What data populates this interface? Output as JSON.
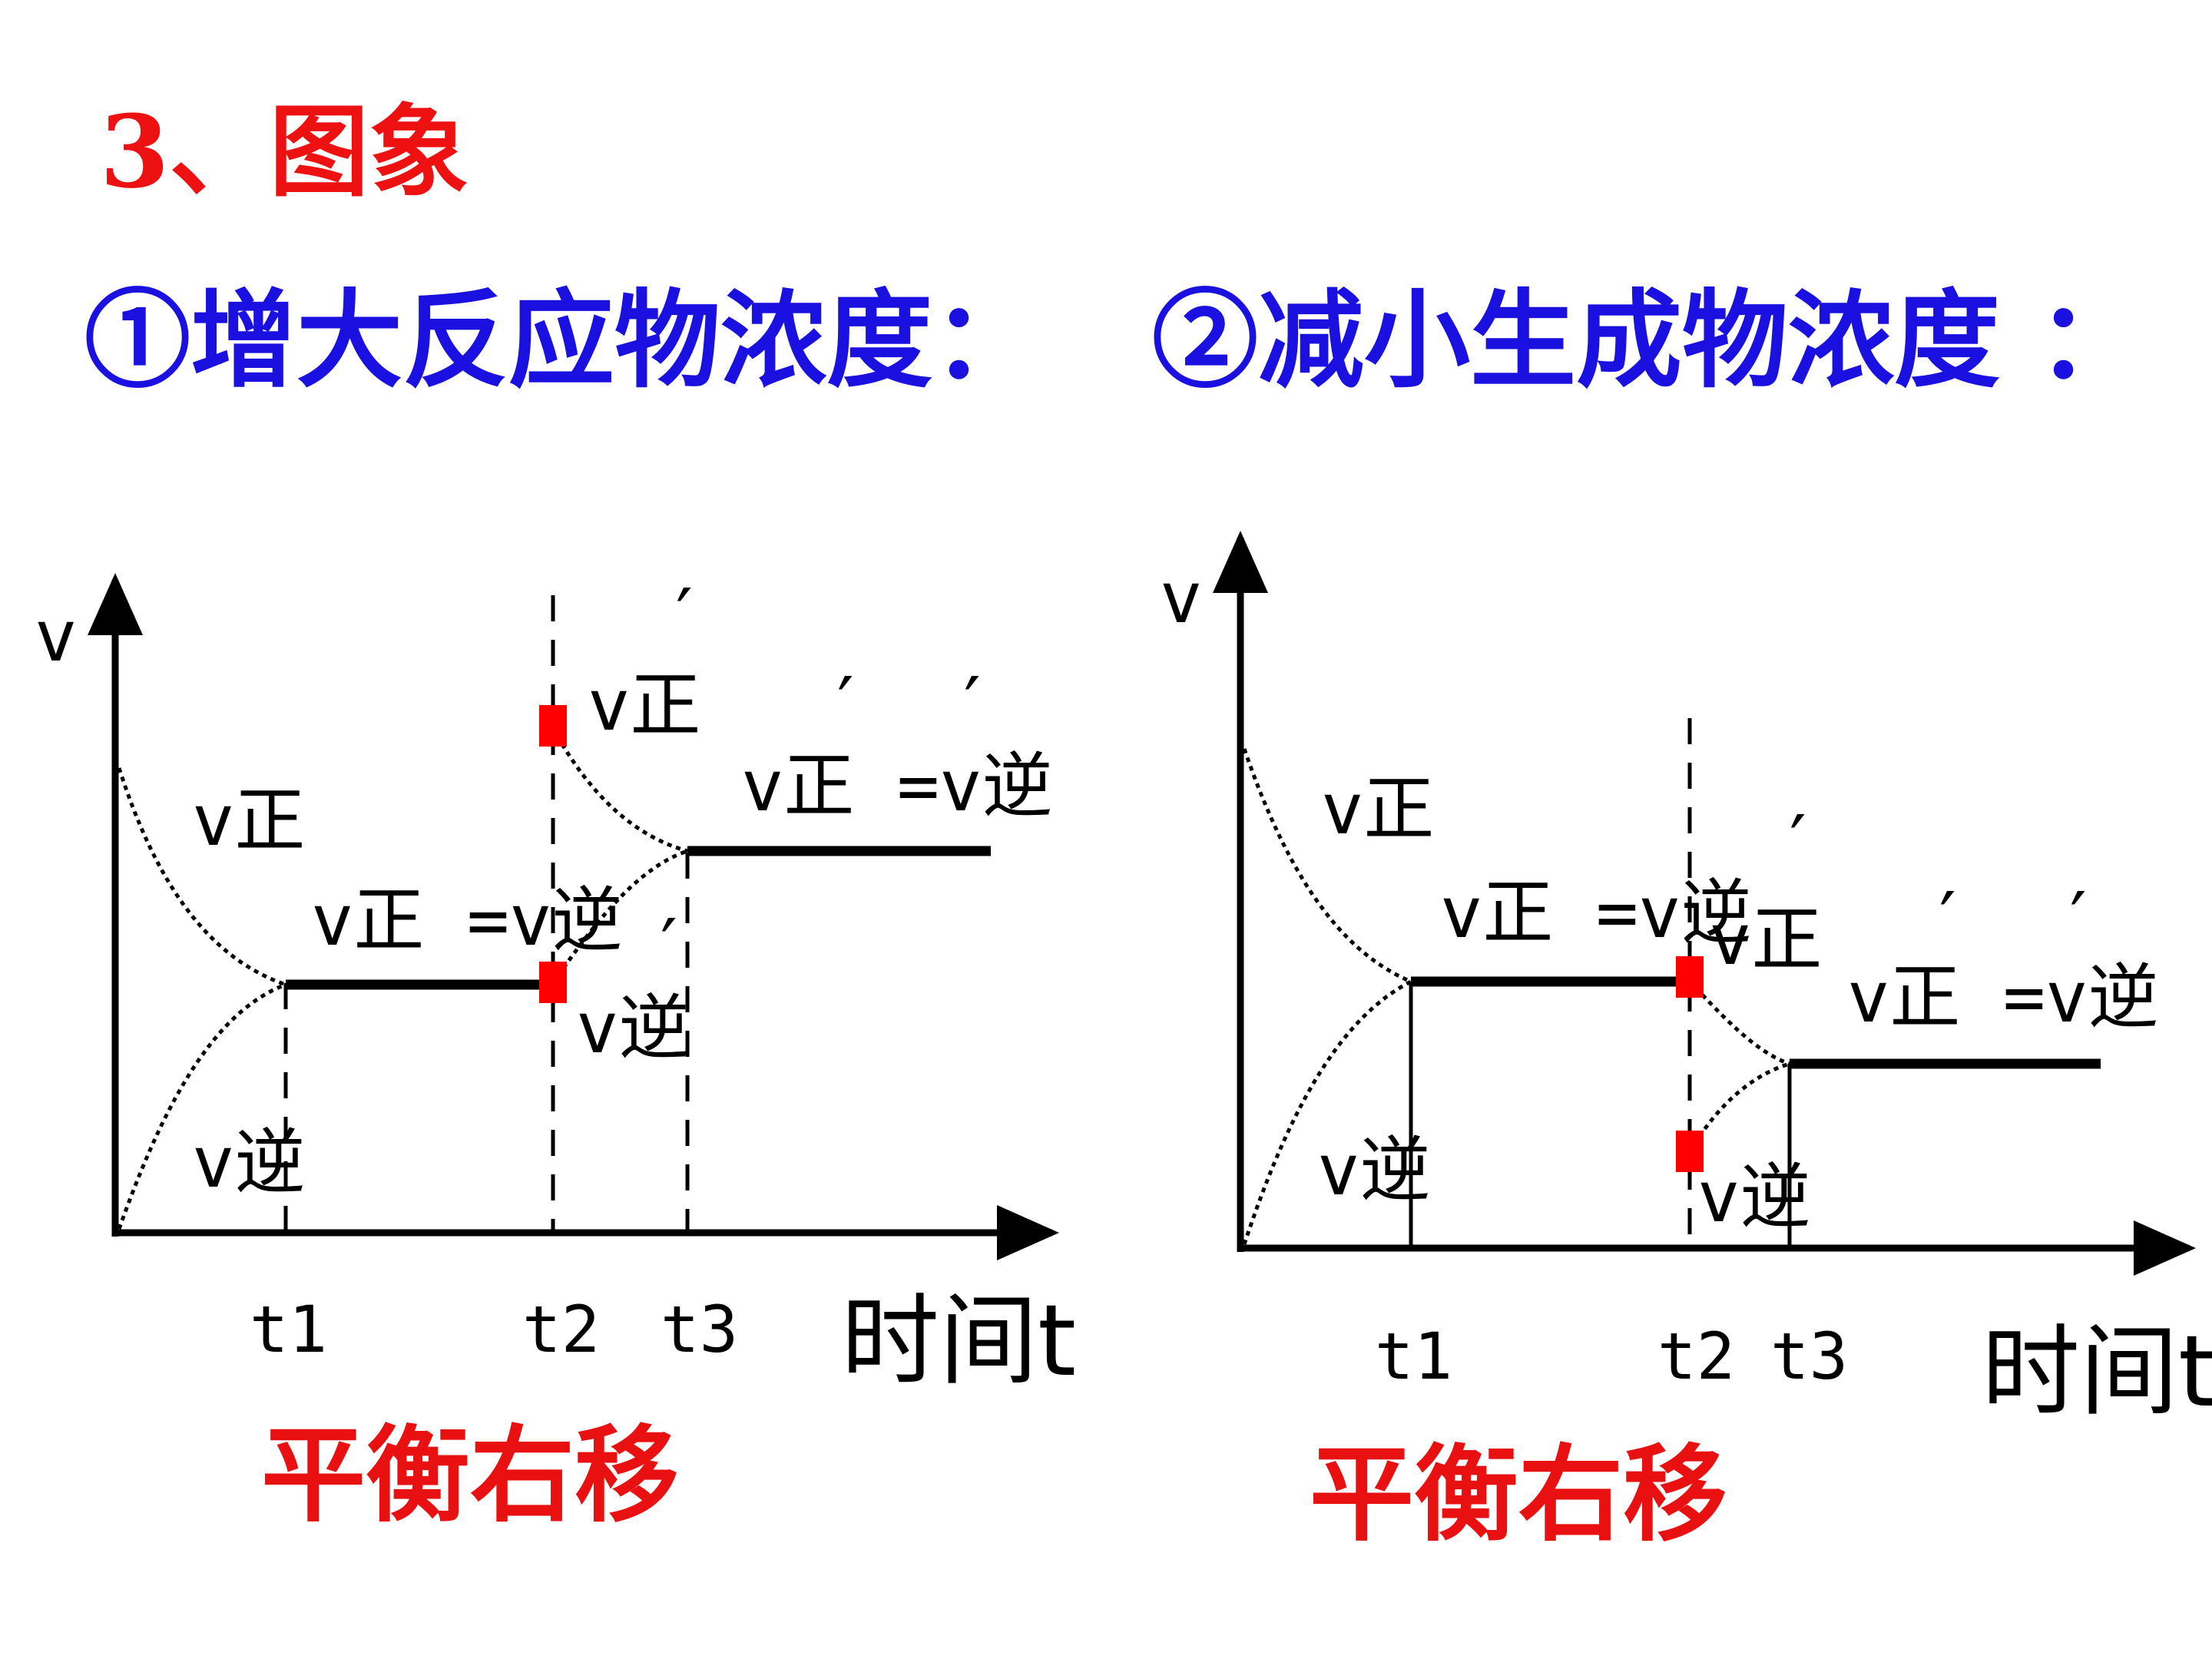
{
  "slide": {
    "title": "3、图象",
    "left_heading": "①增大反应物浓度：",
    "right_heading": "②减小生成物浓度 ：",
    "left_conclusion": "平衡右移",
    "right_conclusion": "平衡右移"
  },
  "diagrams": [
    {
      "y_axis_label": "v",
      "x_axis_label": "时间t",
      "ticks": [
        "t1",
        "t2",
        "t3"
      ],
      "labels": {
        "v_forward": "v正",
        "v_reverse": "v逆",
        "equilibrium": "v正 =v逆",
        "v_forward_new": "v正",
        "v_reverse_new": "v逆",
        "equilibrium_new": "v正 =v逆",
        "prime": "′"
      }
    },
    {
      "y_axis_label": "v",
      "x_axis_label": "时间t",
      "ticks": [
        "t1",
        "t2",
        "t3"
      ],
      "labels": {
        "v_forward": "v正",
        "v_reverse": "v逆",
        "equilibrium": "v正 =v逆",
        "v_forward_new": "v正",
        "v_reverse_new": "v逆",
        "equilibrium_new": "v正 =v逆",
        "prime": "′"
      }
    }
  ],
  "colors": {
    "title": "#ee1111",
    "heading": "#1a10e0",
    "conclusion": "#e81010",
    "marker": "#ff0000",
    "line": "#000000"
  }
}
